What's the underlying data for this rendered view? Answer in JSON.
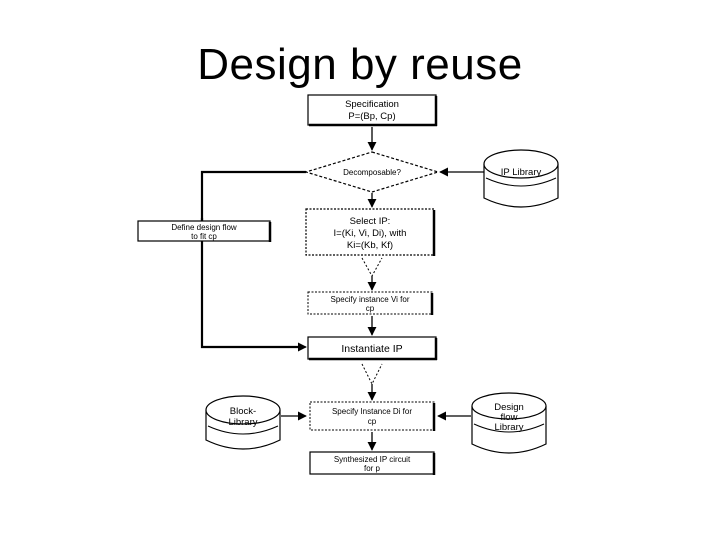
{
  "slide": {
    "title": "Design by reuse"
  },
  "flowchart": {
    "spec": {
      "line1": "Specification",
      "line2": "P=(Bp, Cp)"
    },
    "decision": {
      "label": "Decomposable?"
    },
    "ip_library": {
      "label": "IP Library"
    },
    "define_flow": {
      "line1": "Define design flow",
      "line2": "to fit cp"
    },
    "select_ip": {
      "line1": "Select IP:",
      "line2": "I=(Ki, Vi, Di), with",
      "line3": "Ki=(Kb, Kf)"
    },
    "specify_instance": {
      "line1": "Specify instance Vi for",
      "line2": "cp"
    },
    "instantiate": {
      "label": "Instantiate IP"
    },
    "specify_di": {
      "line1": "Specify Instance Di for",
      "line2": "cp"
    },
    "block_library": {
      "line1": "Block-",
      "line2": "Library"
    },
    "design_flow_library": {
      "line1": "Design",
      "line2": "flow",
      "line3": "Library"
    },
    "synthesized": {
      "line1": "Synthesized IP circuit",
      "line2": "for p"
    }
  }
}
